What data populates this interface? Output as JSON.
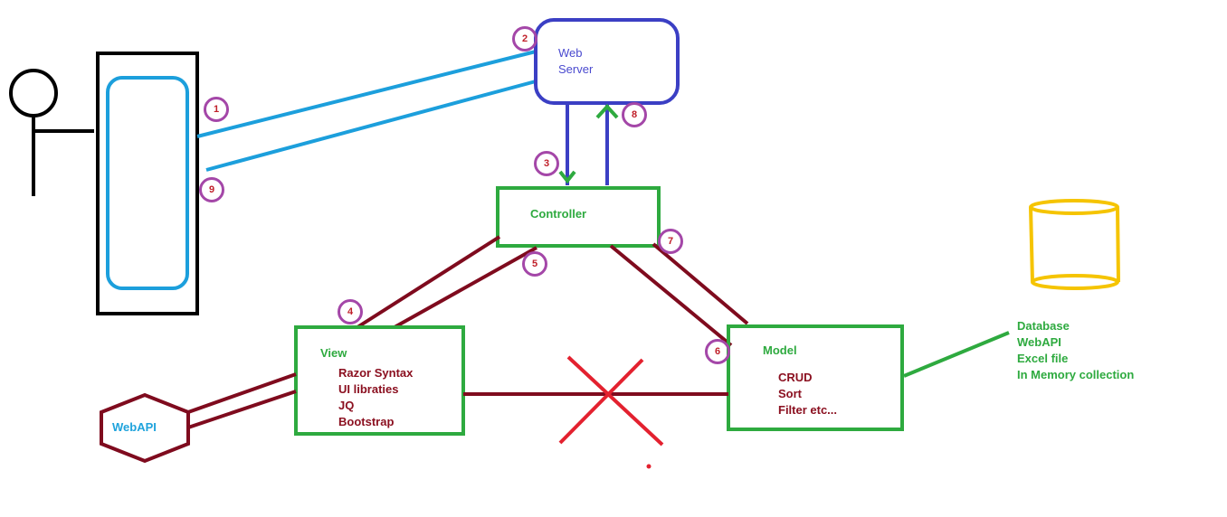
{
  "nodes": {
    "web_server": {
      "line1": "Web",
      "line2": "Server"
    },
    "controller": {
      "label": "Controller"
    },
    "view": {
      "label": "View",
      "items": [
        "Razor Syntax",
        "UI libraties",
        "JQ",
        "Bootstrap"
      ]
    },
    "model": {
      "label": "Model",
      "items": [
        "CRUD",
        "Sort",
        "Filter etc..."
      ]
    },
    "webapi": {
      "label": "WebAPI"
    },
    "data_sources": {
      "items": [
        "Database",
        "WebAPI",
        "Excel file",
        "In Memory collection"
      ]
    }
  },
  "steps": [
    "1",
    "2",
    "3",
    "4",
    "5",
    "6",
    "7",
    "8",
    "9"
  ],
  "colors": {
    "web_server": "#3b3fc4",
    "green_box": "#2eaa3f",
    "maroon_line": "#7f0b1e",
    "blue_line": "#1c9fdc",
    "red_cross": "#e3212f",
    "database": "#f5c400",
    "step_circle": "#a447a8"
  }
}
